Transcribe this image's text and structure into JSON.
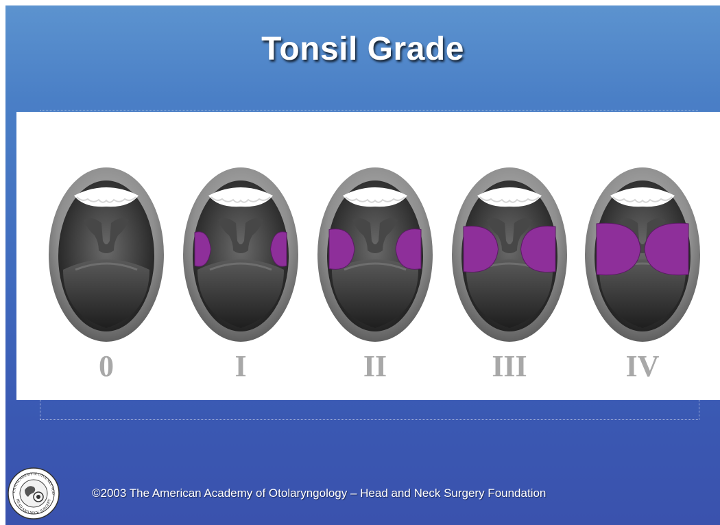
{
  "slide": {
    "title": "Tonsil Grade",
    "footer": "©2003 The American Academy of Otolaryngology – Head and Neck Surgery Foundation",
    "seal_text_top": "AMERICAN ACADEMY of OTOLARYNGOLOGY",
    "seal_text_bottom": "HEAD AND NECK SURGERY",
    "colors": {
      "background_top": "#5c93cf",
      "background_bottom": "#3a52ad",
      "tonsil": "#8e2f9a",
      "grade_label": "#a8a8a8"
    }
  },
  "diagram": {
    "grades": [
      {
        "label": "0",
        "tonsil_fill": 0
      },
      {
        "label": "I",
        "tonsil_fill": 0.25
      },
      {
        "label": "II",
        "tonsil_fill": 0.5
      },
      {
        "label": "III",
        "tonsil_fill": 0.75
      },
      {
        "label": "IV",
        "tonsil_fill": 1.0
      }
    ]
  }
}
